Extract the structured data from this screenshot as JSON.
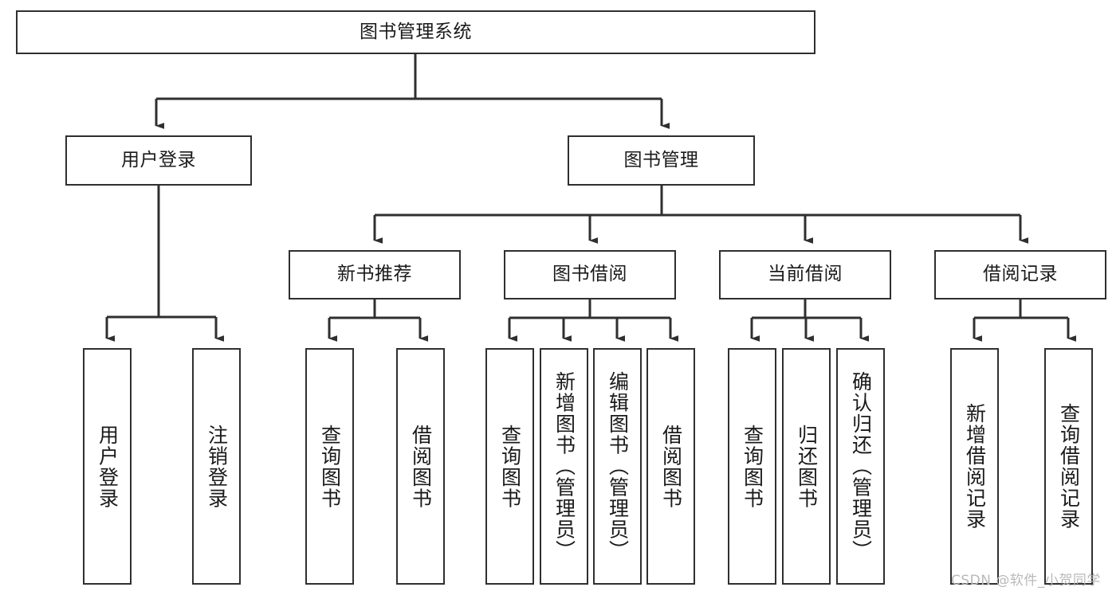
{
  "diagram": {
    "title": "图书管理系统",
    "type": "tree-hierarchy",
    "orientation": "top-down",
    "line_color": "#2f2f2f",
    "box_fill": "#ffffff",
    "nodes": {
      "root": {
        "label": "图书管理系统"
      },
      "level2": [
        {
          "label": "用户登录"
        },
        {
          "label": "图书管理"
        }
      ],
      "level3": [
        {
          "label": "新书推荐"
        },
        {
          "label": "图书借阅"
        },
        {
          "label": "当前借阅"
        },
        {
          "label": "借阅记录"
        }
      ],
      "leaves_user_login": [
        {
          "label": "用户登录"
        },
        {
          "label": "注销登录"
        }
      ],
      "leaves_new_book": [
        {
          "label": "查询图书"
        },
        {
          "label": "借阅图书"
        }
      ],
      "leaves_borrow_book": [
        {
          "label": "查询图书"
        },
        {
          "label": "新增图书（管理员）"
        },
        {
          "label": "编辑图书（管理员）"
        },
        {
          "label": "借阅图书"
        }
      ],
      "leaves_current_borrow": [
        {
          "label": "查询图书"
        },
        {
          "label": "归还图书"
        },
        {
          "label": "确认归还（管理员）"
        }
      ],
      "leaves_borrow_record": [
        {
          "label": "新增借阅记录"
        },
        {
          "label": "查询借阅记录"
        }
      ]
    },
    "watermark": "CSDN @软件_小贺同学"
  }
}
